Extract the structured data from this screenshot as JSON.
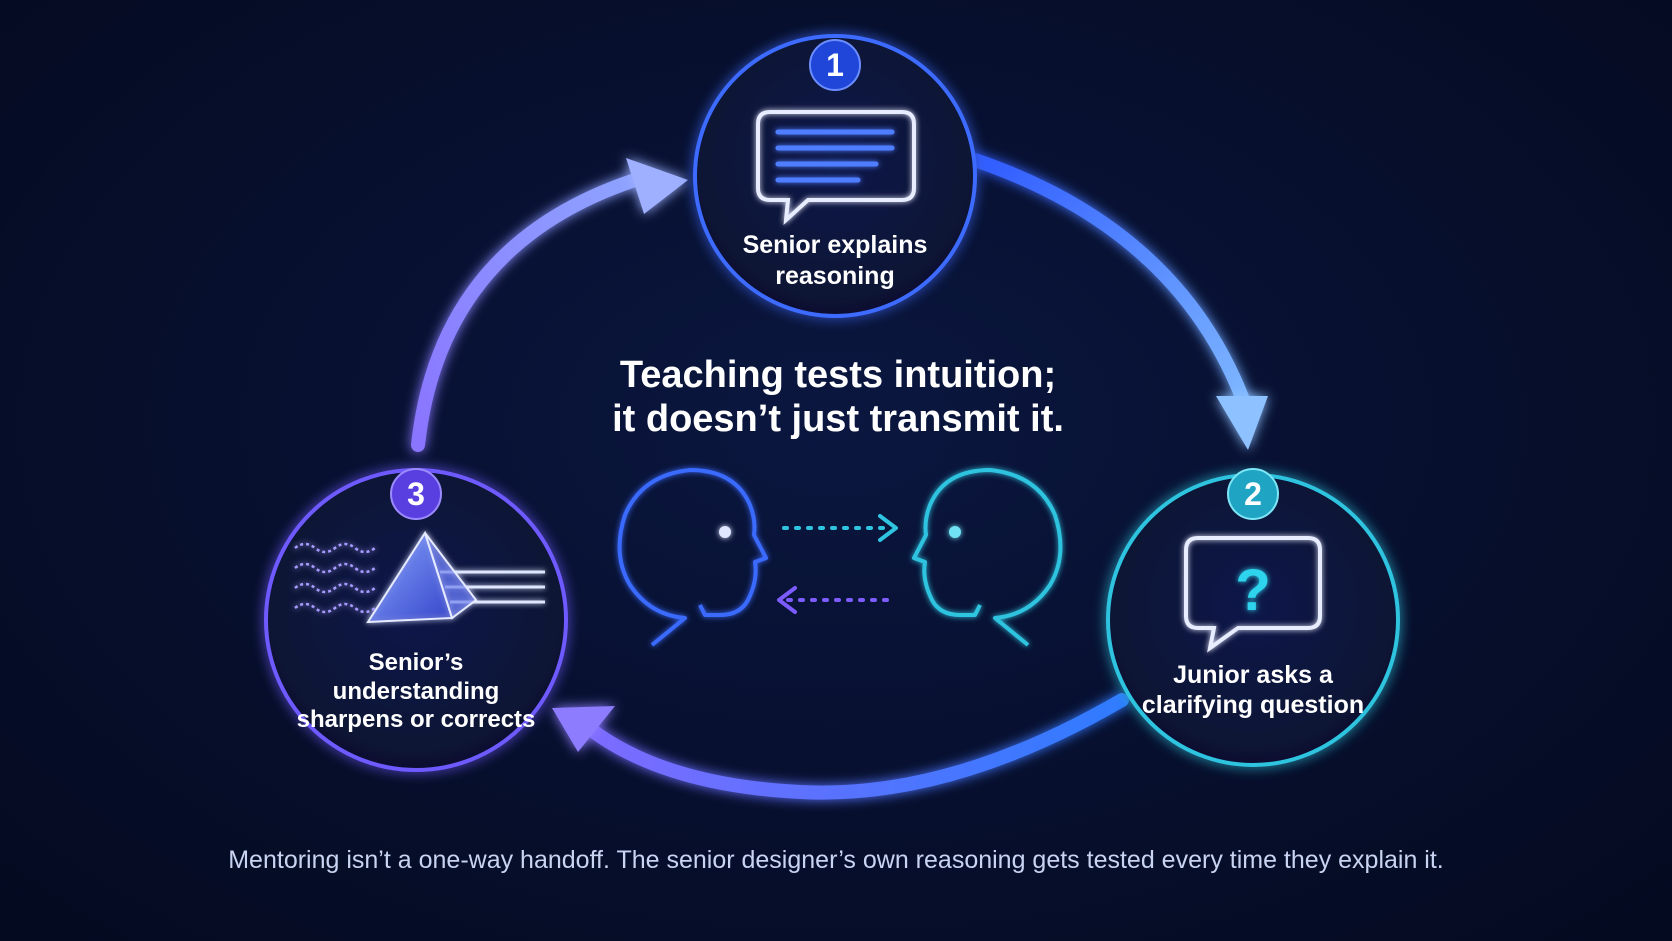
{
  "center_title": {
    "line1": "Teaching tests intuition;",
    "line2": "it doesn’t just transmit it."
  },
  "steps": [
    {
      "number": "1",
      "line1": "Senior explains",
      "line2": "reasoning",
      "line3": "",
      "icon": "speech-bubble-lines-icon",
      "color": "#3a6bff"
    },
    {
      "number": "2",
      "line1": "Junior asks a",
      "line2": "clarifying question",
      "line3": "",
      "icon": "question-bubble-icon",
      "color": "#2fc4e0"
    },
    {
      "number": "3",
      "line1": "Senior’s",
      "line2": "understanding",
      "line3": "sharpens or corrects",
      "icon": "prism-icon",
      "color": "#6a4cff"
    }
  ],
  "caption": "Mentoring isn’t a one-way handoff. The senior designer’s own reasoning gets tested every time they explain it.",
  "colors": {
    "background": "#050b22",
    "blue": "#3a6bff",
    "cyan": "#2fc4e0",
    "violet": "#6a4cff"
  }
}
